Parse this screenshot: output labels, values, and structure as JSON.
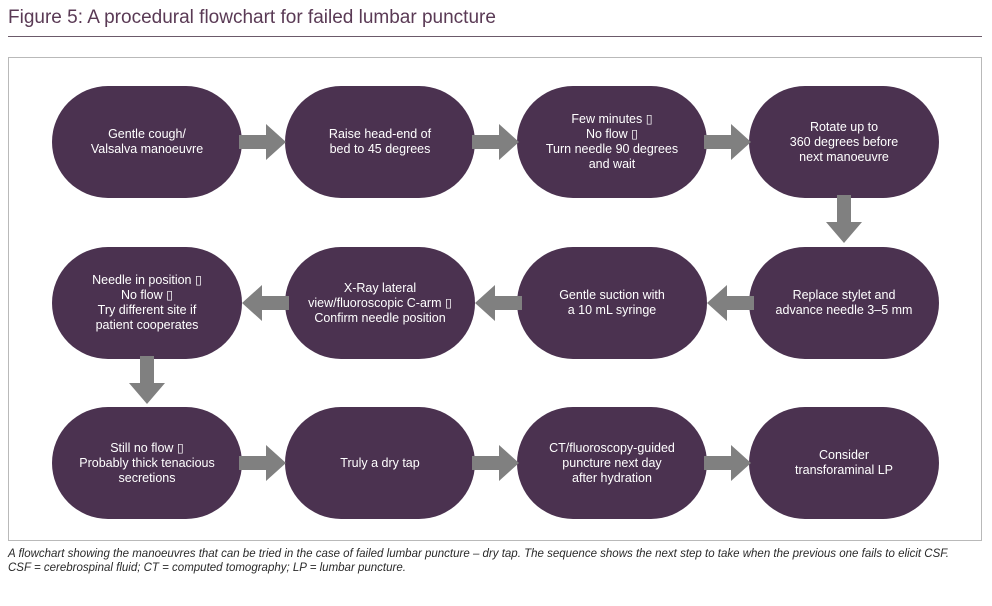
{
  "figure": {
    "title": "Figure 5: A procedural flowchart for failed lumbar puncture"
  },
  "flowchart": {
    "nodes": [
      "Gentle cough/\nValsalva manoeuvre",
      "Raise head-end of\nbed to 45 degrees",
      "Few minutes ▯\nNo flow ▯\nTurn needle 90 degrees\nand wait",
      "Rotate up to\n360 degrees before\nnext manoeuvre",
      "Replace stylet and\nadvance needle 3–5 mm",
      "Gentle suction with\na 10 mL syringe",
      "X-Ray lateral\nview/fluoroscopic C-arm ▯\nConfirm needle position",
      "Needle in position ▯\nNo flow ▯\nTry different site if\npatient cooperates",
      "Still no flow ▯\nProbably thick tenacious\nsecretions",
      "Truly a dry tap",
      "CT/fluoroscopy-guided\npuncture next day\nafter hydration",
      "Consider\ntransforaminal LP"
    ]
  },
  "colors": {
    "node_fill": "#4b3250",
    "arrow_fill": "#808080",
    "title_color": "#5a3a55"
  },
  "caption": {
    "line1": "A flowchart showing the manoeuvres that can be tried in the case of failed lumbar puncture – dry tap. The sequence shows the next step to take when the previous one fails to elicit CSF.",
    "line2": "CSF = cerebrospinal fluid; CT = computed tomography; LP = lumbar puncture."
  }
}
